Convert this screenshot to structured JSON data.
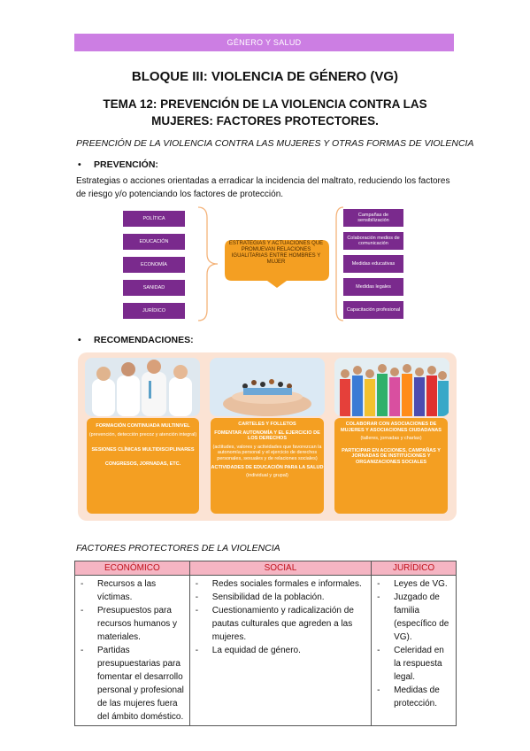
{
  "header": {
    "label": "GÉNERO Y SALUD"
  },
  "block_title": "BLOQUE III: VIOLENCIA DE GÉNERO (VG)",
  "topic_title": "TEMA 12: PREVENCIÓN DE LA VIOLENCIA CONTRA LAS MUJERES: FACTORES PROTECTORES.",
  "section1": {
    "heading": "PREENCIÓN DE LA VIOLENCIA CONTRA LAS MUJERES Y OTRAS FORMAS DE VIOLENCIA"
  },
  "prevention": {
    "bullet": "•",
    "heading": "PREVENCIÓN:",
    "text": "Estrategias o acciones orientadas a erradicar la incidencia del maltrato, reduciendo los factores de riesgo y/o potenciando los factores de protección."
  },
  "diagram": {
    "left_items": [
      "POLÍTICA",
      "EDUCACIÓN",
      "ECONOMÍA",
      "SANIDAD",
      "JURÍDICO"
    ],
    "center": "ESTRATEGIAS Y ACTUACIONES QUE PROMUEVAN RELACIONES IGUALITARIAS ENTRE HOMBRES Y MUJER",
    "right_items": [
      "Campañas de sensibilización",
      "Colaboración medios de comunicación",
      "Medidas educativas",
      "Medidas legales",
      "Capacitación profesional"
    ]
  },
  "recommendations": {
    "bullet": "•",
    "heading": "RECOMENDACIONES:",
    "cards": [
      {
        "image": "medical-staff-photo",
        "lines": [
          {
            "text": "FORMACIÓN CONTINUADA MULTINIVEL",
            "bold": true
          },
          {
            "text": "(prevención, detección precoz y atención integral)",
            "bold": false
          },
          {
            "text": "SESIONES CLÍNICAS MULTIDISCIPLINARES",
            "bold": true
          },
          {
            "text": "CONGRESOS, JORNADAS, ETC.",
            "bold": true
          }
        ]
      },
      {
        "image": "hands-holding-people-photo",
        "lines": [
          {
            "text": "CARTELES Y FOLLETOS",
            "bold": true
          },
          {
            "text": "FOMENTAR AUTONOMÍA Y EL EJERCICIO DE LOS DERECHOS",
            "bold": true
          },
          {
            "text": "(actitudes, valores y actividades que favorezcan la autonomía personal y el ejercicio de derechos personales, sexuales y de relaciones sociales)",
            "bold": false
          },
          {
            "text": "ACTIVIDADES DE EDUCACIÓN PARA LA SALUD",
            "bold": true
          },
          {
            "text": "(individual y grupal)",
            "bold": false
          }
        ]
      },
      {
        "image": "group-crowd-photo",
        "lines": [
          {
            "text": "COLABORAR CON ASOCIACIONES DE MUJERES Y ASOCIACIONES CIUDADANAS",
            "bold": true
          },
          {
            "text": "(talleres, jornadas y charlas)",
            "bold": false
          },
          {
            "text": "PARTICIPAR EN ACCIONES, CAMPAÑAS Y JORNADAS DE INSTITUCIONES Y ORGANIZACIONES SOCIALES",
            "bold": true
          }
        ]
      }
    ]
  },
  "section2": {
    "heading": "FACTORES PROTECTORES DE LA VIOLENCIA"
  },
  "factors_table": {
    "headers": [
      "ECONÓMICO",
      "SOCIAL",
      "JURÍDICO"
    ],
    "columns": [
      [
        "Recursos a las víctimas.",
        "Presupuestos para recursos humanos y materiales.",
        "Partidas presupuestarias para fomentar el desarrollo personal y profesional de las mujeres fuera del ámbito doméstico."
      ],
      [
        "Redes sociales formales e informales.",
        "Sensibilidad de la población.",
        "Cuestionamiento y radicalización de pautas culturales que agreden a las mujeres.",
        "La equidad de género."
      ],
      [
        "Leyes de VG.",
        "Juzgado de familia (específico de VG).",
        "Celeridad en la respuesta legal.",
        "Medidas de protección."
      ]
    ]
  },
  "colors": {
    "header_purple": "#cc7ee3",
    "diagram_purple": "#7a2a8d",
    "orange": "#f49f22",
    "table_header_pink": "#f5b5c3",
    "table_header_text": "#c0101a"
  }
}
